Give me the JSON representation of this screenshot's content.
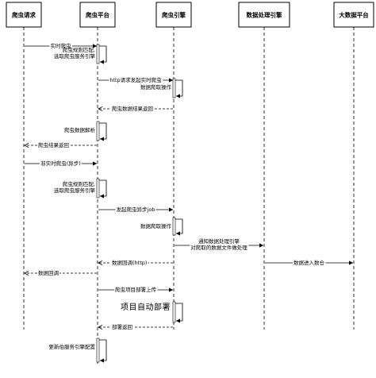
{
  "actors": [
    {
      "id": "req",
      "label": "爬虫请求"
    },
    {
      "id": "platform",
      "label": "爬虫平台"
    },
    {
      "id": "engine",
      "label": "爬虫引擎"
    },
    {
      "id": "dataproc",
      "label": "数据处理引擎"
    },
    {
      "id": "bigdata",
      "label": "大数据平台"
    }
  ],
  "messages": [
    {
      "id": "m1",
      "from": "req",
      "to": "platform",
      "style": "solid",
      "label": [
        "实时爬虫"
      ]
    },
    {
      "id": "m2",
      "from": "platform",
      "to": "platform",
      "style": "self",
      "label": [
        "爬虫规则匹配,",
        "选取爬虫服务引擎"
      ]
    },
    {
      "id": "m3",
      "from": "platform",
      "to": "engine",
      "style": "solid",
      "label": [
        "http请求发起实时爬虫"
      ]
    },
    {
      "id": "m4",
      "from": "engine",
      "to": "engine",
      "style": "self",
      "label": [
        "数据爬取操作"
      ]
    },
    {
      "id": "m5",
      "from": "engine",
      "to": "platform",
      "style": "dashed",
      "label": [
        "爬虫数据结果返回"
      ]
    },
    {
      "id": "m6",
      "from": "platform",
      "to": "platform",
      "style": "self",
      "label": [
        "爬虫数据解析"
      ]
    },
    {
      "id": "m7",
      "from": "platform",
      "to": "req",
      "style": "dashed",
      "label": [
        "爬虫结果返回"
      ]
    },
    {
      "id": "m8",
      "from": "req",
      "to": "platform",
      "style": "solid",
      "label": [
        "非实时爬虫(异步)"
      ]
    },
    {
      "id": "m9",
      "from": "platform",
      "to": "platform",
      "style": "self",
      "label": [
        "爬虫规则匹配,",
        "选取爬虫服务引擎"
      ]
    },
    {
      "id": "m10",
      "from": "platform",
      "to": "engine",
      "style": "solid",
      "label": [
        "发起爬虫异步job"
      ]
    },
    {
      "id": "m11",
      "from": "engine",
      "to": "engine",
      "style": "self",
      "label": [
        "数据爬取操作"
      ]
    },
    {
      "id": "m12",
      "from": "engine",
      "to": "dataproc",
      "style": "solid",
      "label": [
        "通知数据处理引擎",
        "对爬取的数据文件做处理"
      ]
    },
    {
      "id": "m13",
      "from": "engine",
      "to": "platform",
      "style": "dashed",
      "label": [
        "数据回调(http)"
      ]
    },
    {
      "id": "m14",
      "from": "dataproc",
      "to": "bigdata",
      "style": "solid",
      "label": [
        "数据进入数仓"
      ]
    },
    {
      "id": "m15",
      "from": "platform",
      "to": "req",
      "style": "dashed",
      "label": [
        "数据回调"
      ]
    },
    {
      "id": "m16",
      "from": "platform",
      "to": "engine",
      "style": "solid",
      "label": [
        "爬虫项目部署上传"
      ]
    },
    {
      "id": "m17",
      "from": "engine",
      "to": "engine",
      "style": "self-big",
      "label": [
        "项目自动部署"
      ]
    },
    {
      "id": "m18",
      "from": "engine",
      "to": "platform",
      "style": "dashed",
      "label": [
        "部署返回"
      ]
    },
    {
      "id": "m19",
      "from": "platform",
      "to": "platform",
      "style": "self",
      "label": [
        "更新伯服务引擎配置"
      ]
    }
  ]
}
